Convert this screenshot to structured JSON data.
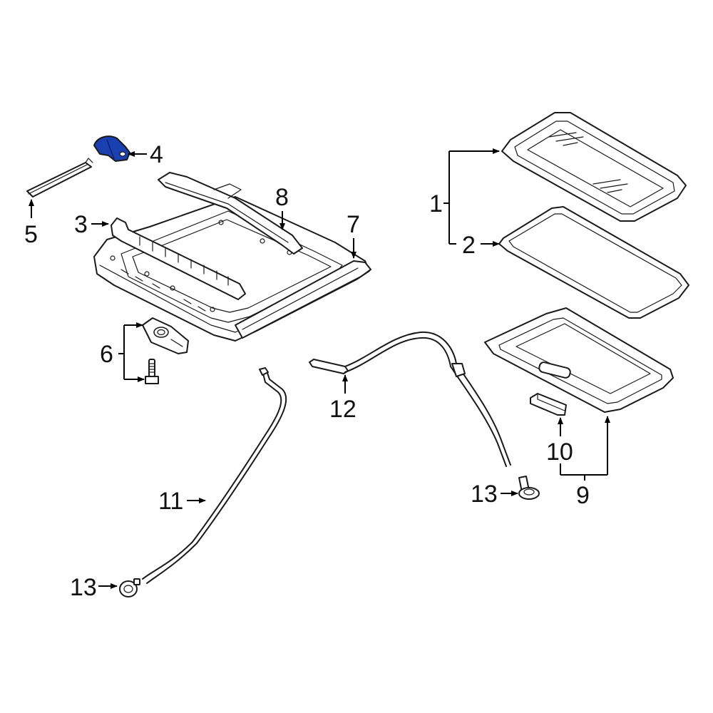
{
  "diagram": {
    "highlight_color": "#1a3fb0",
    "callouts": {
      "c1": "1",
      "c2": "2",
      "c3": "3",
      "c4": "4",
      "c5": "5",
      "c6": "6",
      "c7": "7",
      "c8": "8",
      "c9": "9",
      "c10": "10",
      "c11": "11",
      "c12": "12",
      "c13a": "13",
      "c13b": "13"
    }
  }
}
